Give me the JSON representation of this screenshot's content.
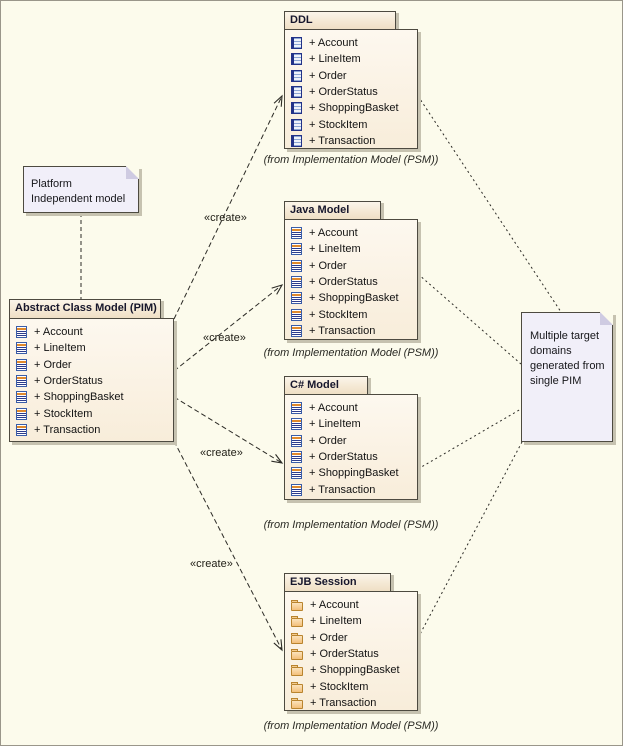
{
  "colors": {
    "canvas_bg": "#fcfbec",
    "package_fill": "#f8edda",
    "package_tab_fill": "#f3e5cf",
    "element_border": "#4d4a40",
    "drop_shadow": "#c6c2b0",
    "note_fill": "#f1eff9",
    "note_fold": "#cfcbe2",
    "title_text": "#16162c",
    "connector": "#2c2b26",
    "class_icon_accent": "#e0892c",
    "class_icon_blue": "#2c3c8c",
    "folder_icon_fill": "#f3bf7a"
  },
  "notes": {
    "pim_note": {
      "text": "Platform Independent model"
    },
    "target_note": {
      "text": "Multiple target domains generated from single PIM"
    }
  },
  "connectors": {
    "create_labels": [
      "«create»",
      "«create»",
      "«create»",
      "«create»"
    ]
  },
  "packages": {
    "ddl": {
      "title": "DDL",
      "icon": "table-icon",
      "items": [
        "+ Account",
        "+ LineItem",
        "+ Order",
        "+ OrderStatus",
        "+ ShoppingBasket",
        "+ StockItem",
        "+ Transaction"
      ],
      "caption": "(from Implementation Model (PSM))"
    },
    "java": {
      "title": "Java Model",
      "icon": "class-icon",
      "items": [
        "+ Account",
        "+ LineItem",
        "+ Order",
        "+ OrderStatus",
        "+ ShoppingBasket",
        "+ StockItem",
        "+ Transaction"
      ],
      "caption": "(from Implementation Model (PSM))"
    },
    "csharp": {
      "title": "C# Model",
      "icon": "class-icon",
      "items": [
        "+ Account",
        "+ LineItem",
        "+ Order",
        "+ OrderStatus",
        "+ ShoppingBasket",
        "+ Transaction"
      ],
      "caption": "(from Implementation Model (PSM))"
    },
    "ejb": {
      "title": "EJB Session",
      "icon": "folder-icon",
      "items": [
        "+ Account",
        "+ LineItem",
        "+ Order",
        "+ OrderStatus",
        "+ ShoppingBasket",
        "+ StockItem",
        "+ Transaction"
      ],
      "caption": "(from Implementation Model (PSM))"
    },
    "pim": {
      "title": "Abstract Class Model (PIM)",
      "icon": "class-icon",
      "items": [
        "+ Account",
        "+ LineItem",
        "+ Order",
        "+ OrderStatus",
        "+ ShoppingBasket",
        "+ StockItem",
        "+ Transaction"
      ]
    }
  }
}
